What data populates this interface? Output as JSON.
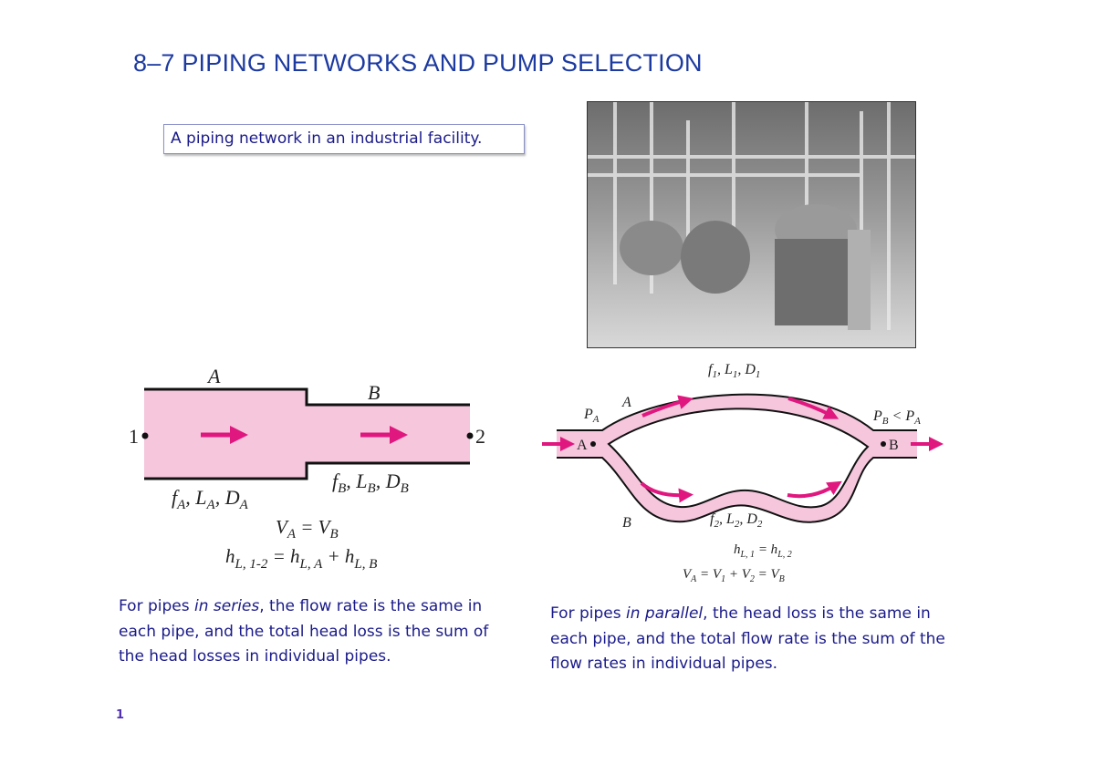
{
  "title": "8–7 PIPING NETWORKS AND PUMP SELECTION",
  "photo_caption": "A piping network in an industrial facility.",
  "series": {
    "label_A": "A",
    "label_B": "B",
    "point_1": "1",
    "point_2": "2",
    "params_A": [
      "f",
      "A",
      ", L",
      "A",
      ", D",
      "A"
    ],
    "params_B": [
      "f",
      "B",
      ", L",
      "B",
      ", D",
      "B"
    ],
    "eq1": [
      "V",
      "A",
      " = V",
      "B"
    ],
    "eq2": [
      "h",
      "L, 1-2",
      " = h",
      "L, A",
      " + h",
      "L, B"
    ],
    "desc_pre": "For pipes ",
    "desc_em": "in series",
    "desc_post": ", the flow rate is the same in each pipe, and the total head loss is the sum of the head losses in individual pipes."
  },
  "parallel": {
    "branch_A": "A",
    "branch_B": "B",
    "point_A": "A",
    "point_B": "B",
    "PA": [
      "P",
      "A"
    ],
    "PB": [
      "P",
      "B",
      " < P",
      "A"
    ],
    "params_1": [
      "f",
      "1",
      ", L",
      "1",
      ", D",
      "1"
    ],
    "params_2": [
      "f",
      "2",
      ", L",
      "2",
      ", D",
      "2"
    ],
    "eq1": [
      "h",
      "L, 1",
      " = h",
      "L, 2"
    ],
    "eq2": [
      "V",
      "A",
      " = V",
      "1",
      " + V",
      "2",
      " = V",
      "B"
    ],
    "desc_pre": "For pipes ",
    "desc_em": "in parallel",
    "desc_post": ", the head loss is the same in each pipe, and the total flow rate is the sum of the flow rates in individual pipes."
  },
  "page_number": "1",
  "colors": {
    "title": "#1c3aa0",
    "pipe_fill": "#f5c6dc",
    "arrow": "#e0177f",
    "text": "#1a1a8a"
  }
}
